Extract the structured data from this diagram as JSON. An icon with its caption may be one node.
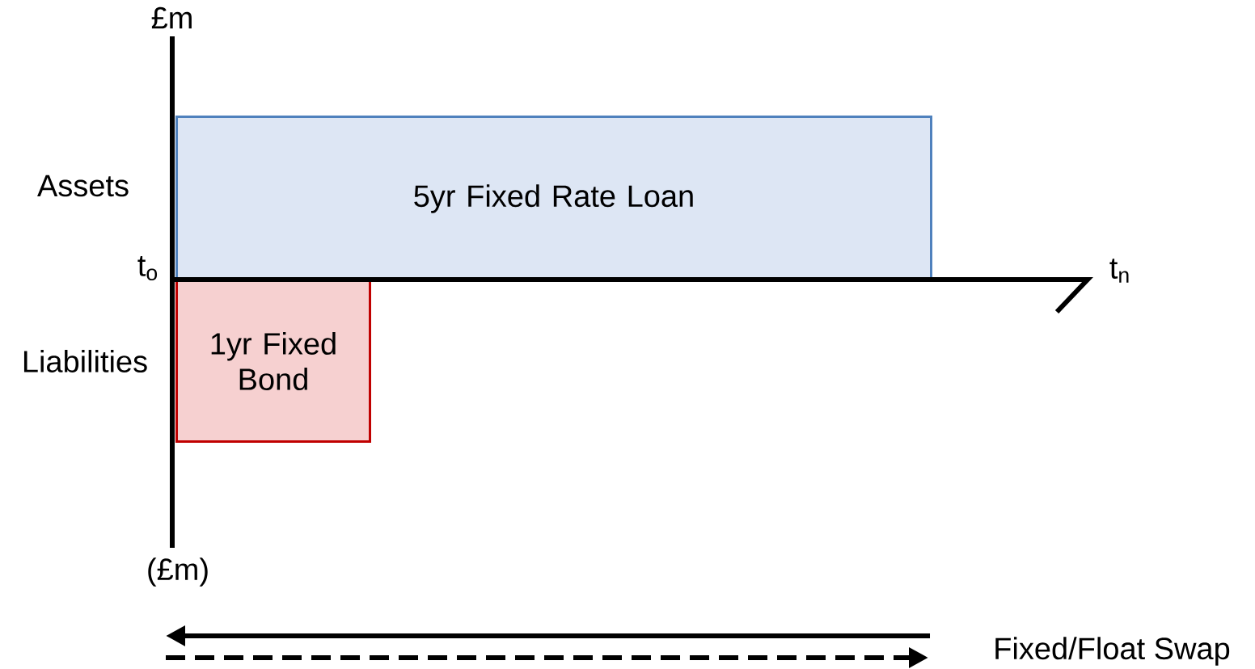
{
  "diagram": {
    "nodes": [
      {
        "text": [
          "5yr Fixed Rate Loan"
        ]
      },
      {
        "text": [
          "1yr Fixed Bond"
        ]
      }
    ],
    "labels": [
      "£m",
      "Assets",
      "t$_{o}$",
      "t$_{n}$",
      "Liabilities",
      "(£m)",
      "Fixed/Float Swap"
    ]
  }
}
